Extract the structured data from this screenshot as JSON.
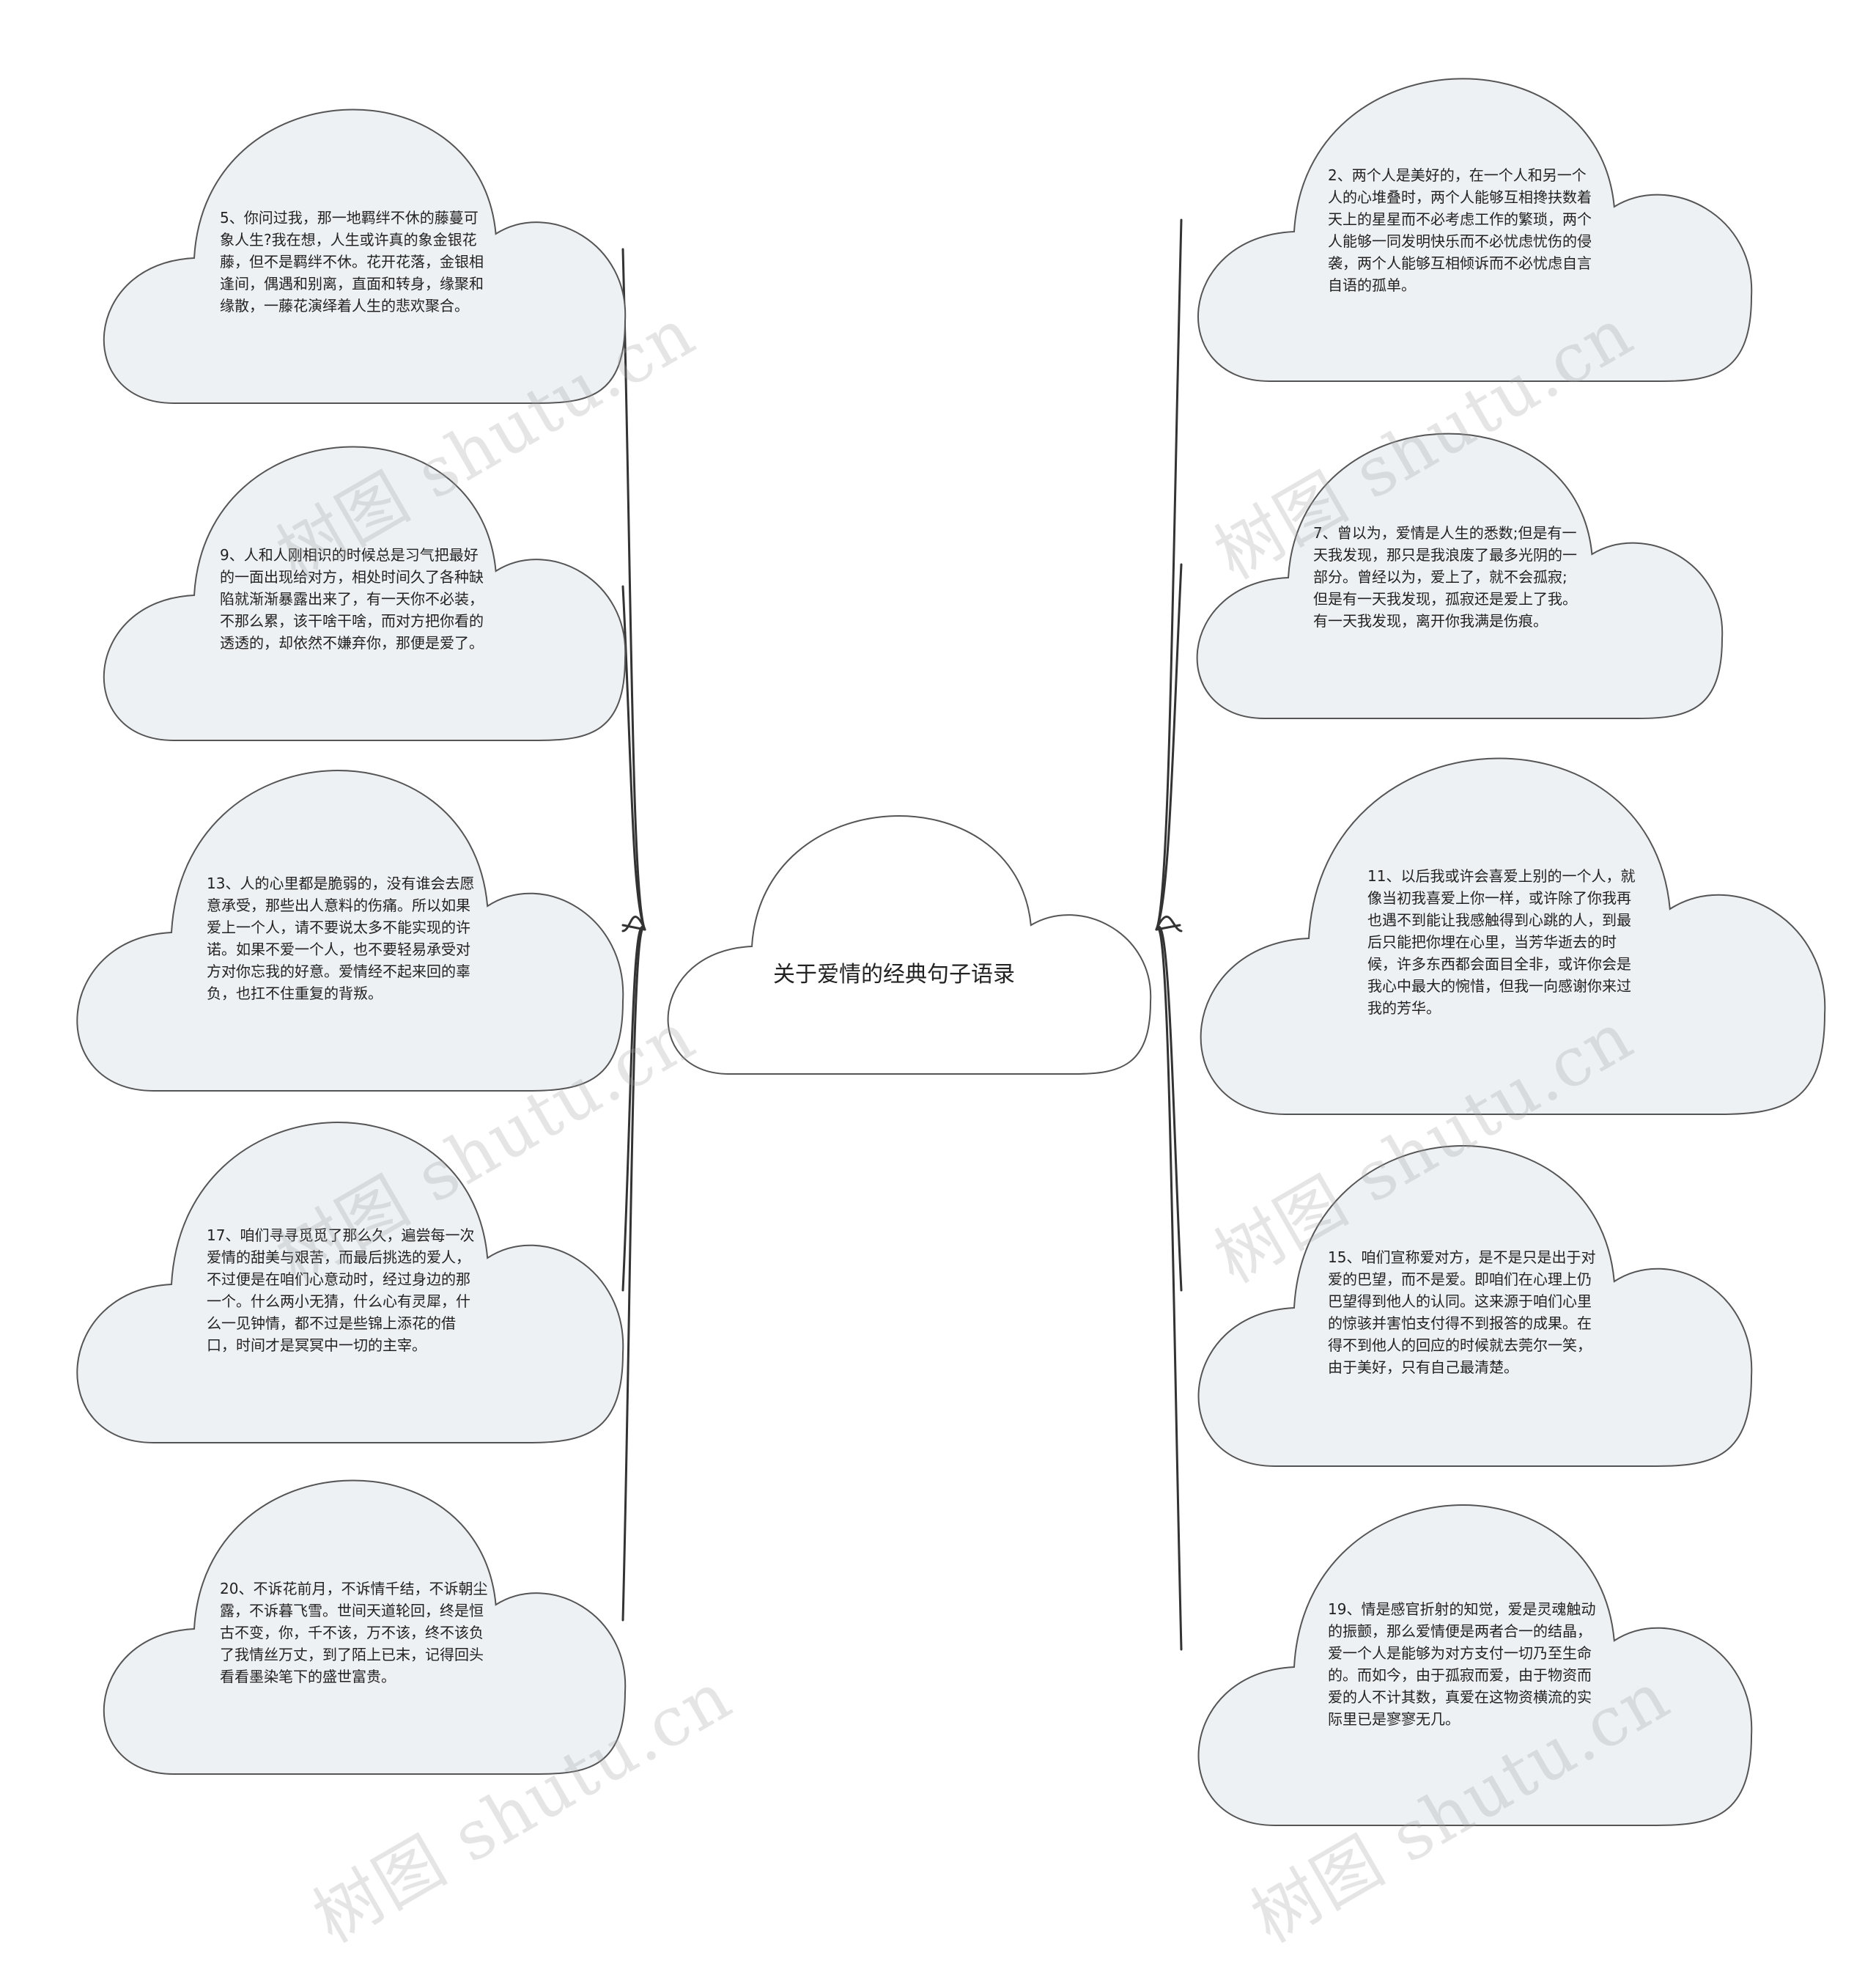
{
  "colors": {
    "cloud_fill": "#eef1f4",
    "cloud_stroke": "#555555",
    "center_fill": "#ffffff",
    "connector": "#333333",
    "text": "#222222",
    "watermark": "#a0a0a0"
  },
  "center": {
    "label": "关于爱情的经典句子语录"
  },
  "left_nodes": [
    {
      "id": "q5",
      "text": "5、你问过我，那一地羁绊不休的藤蔓可象人生?我在想，人生或许真的象金银花藤，但不是羁绊不休。花开花落，金银相逢间，偶遇和别离，直面和转身，缘聚和缘散，一藤花演绎着人生的悲欢聚合。"
    },
    {
      "id": "q9",
      "text": "9、人和人刚相识的时候总是习气把最好的一面出现给对方，相处时间久了各种缺陷就渐渐暴露出来了，有一天你不必装，不那么累，该干啥干啥，而对方把你看的透透的，却依然不嫌弃你，那便是爱了。"
    },
    {
      "id": "q13",
      "text": "13、人的心里都是脆弱的，没有谁会去愿意承受，那些出人意料的伤痛。所以如果爱上一个人，请不要说太多不能实现的许诺。如果不爱一个人，也不要轻易承受对方对你忘我的好意。爱情经不起来回的辜负，也扛不住重复的背叛。"
    },
    {
      "id": "q17",
      "text": "17、咱们寻寻觅觅了那么久，遍尝每一次爱情的甜美与艰苦，而最后挑选的爱人，不过便是在咱们心意动时，经过身边的那一个。什么两小无猜，什么心有灵犀，什么一见钟情，都不过是些锦上添花的借口，时间才是冥冥中一切的主宰。"
    },
    {
      "id": "q20",
      "text": "20、不诉花前月，不诉情千结，不诉朝尘露，不诉暮飞雪。世间天道轮回，终是恒古不变，你，千不该，万不该，终不该负了我情丝万丈，到了陌上已末，记得回头看看墨染笔下的盛世富贵。"
    }
  ],
  "right_nodes": [
    {
      "id": "q2",
      "text": "2、两个人是美好的，在一个人和另一个人的心堆叠时，两个人能够互相搀扶数着天上的星星而不必考虑工作的繁琐，两个人能够一同发明快乐而不必忧虑忧伤的侵袭，两个人能够互相倾诉而不必忧虑自言自语的孤单。"
    },
    {
      "id": "q7",
      "text": "7、曾以为，爱情是人生的悉数;但是有一天我发现，那只是我浪废了最多光阴的一部分。曾经以为，爱上了，就不会孤寂;但是有一天我发现，孤寂还是爱上了我。有一天我发现，离开你我满是伤痕。"
    },
    {
      "id": "q11",
      "text": "11、以后我或许会喜爱上别的一个人，就像当初我喜爱上你一样，或许除了你我再也遇不到能让我感触得到心跳的人，到最后只能把你埋在心里，当芳华逝去的时候，许多东西都会面目全非，或许你会是我心中最大的惋惜，但我一向感谢你来过我的芳华。"
    },
    {
      "id": "q15",
      "text": "15、咱们宣称爱对方，是不是只是出于对爱的巴望，而不是爱。即咱们在心理上仍巴望得到他人的认同。这来源于咱们心里的惊骇并害怕支付得不到报答的成果。在得不到他人的回应的时候就去莞尔一笑，由于美好，只有自己最清楚。"
    },
    {
      "id": "q19",
      "text": "19、情是感官折射的知觉，爱是灵魂触动的振颤，那么爱情便是两者合一的结晶，爱一个人是能够为对方支付一切乃至生命的。而如今，由于孤寂而爱，由于物资而爱的人不计其数，真爱在这物资横流的实际里已是寥寥无几。"
    }
  ],
  "watermark": {
    "text": "树图 shutu.cn"
  }
}
